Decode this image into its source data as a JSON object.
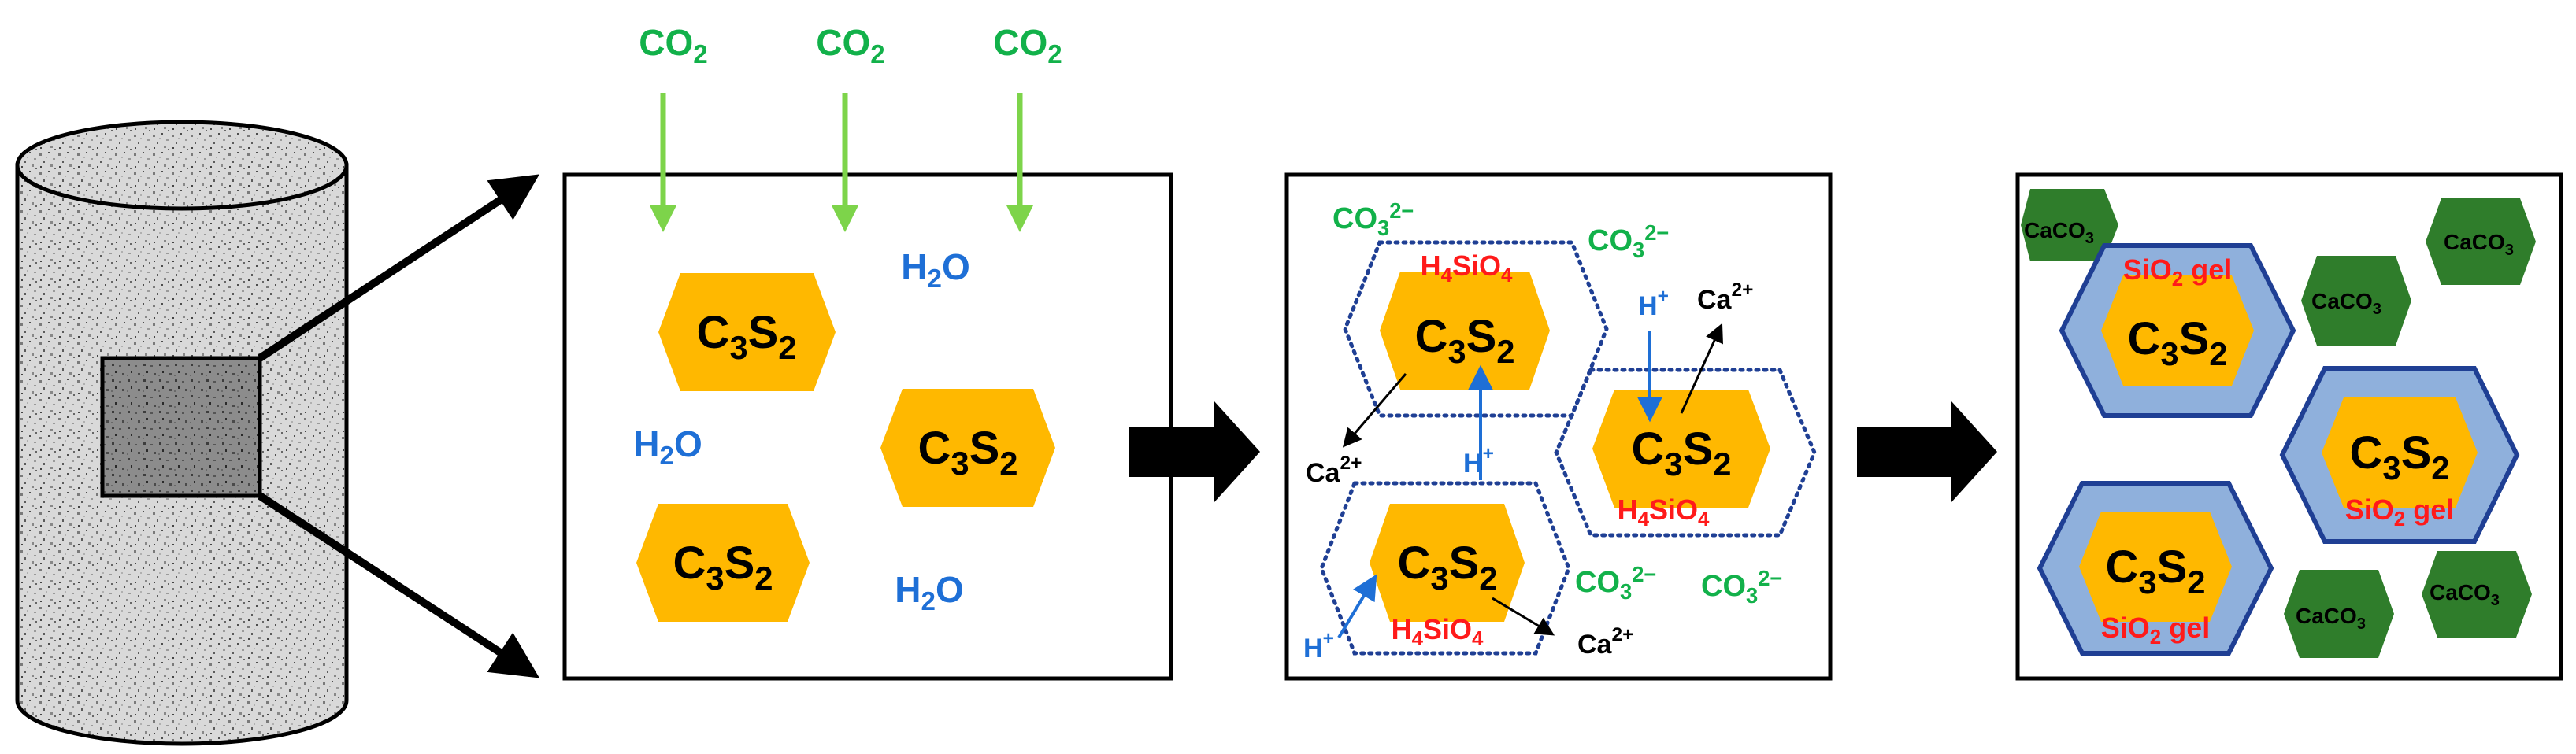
{
  "colors": {
    "co2_green": "#12b14a",
    "arrow_green": "#7dd44a",
    "h2o_blue": "#1e6fd6",
    "crystal_orange": "#ffb800",
    "acid_red": "#ff1a1a",
    "gel_blue": "#8fb0dc",
    "gel_border": "#1f3f94",
    "dotted_blue": "#1f3f94",
    "caco3_green": "#2f7d2b",
    "black": "#000000"
  },
  "labels": {
    "co2_base": "CO",
    "co2_sub": "2",
    "h2o_h": "H",
    "h2o_sub": "2",
    "h2o_o": "O",
    "c3s2_c": "C",
    "c3s2_sub1": "3",
    "c3s2_s": "S",
    "c3s2_sub2": "2",
    "co3_base": "CO",
    "co3_sub": "3",
    "co3_sup": "2−",
    "h4sio4_h": "H",
    "h4sio4_sub1": "4",
    "h4sio4_rest": "SiO",
    "h4sio4_sub2": "4",
    "ca_base": "Ca",
    "ca_sup": "2+",
    "h_base": "H",
    "h_sup": "+",
    "sio2_si": "SiO",
    "sio2_sub": "2",
    "sio2_gel": " gel",
    "caco3_base": "CaCO",
    "caco3_sub": "3"
  },
  "icons": [
    "concrete-cylinder-icon",
    "process-arrow-icon"
  ]
}
